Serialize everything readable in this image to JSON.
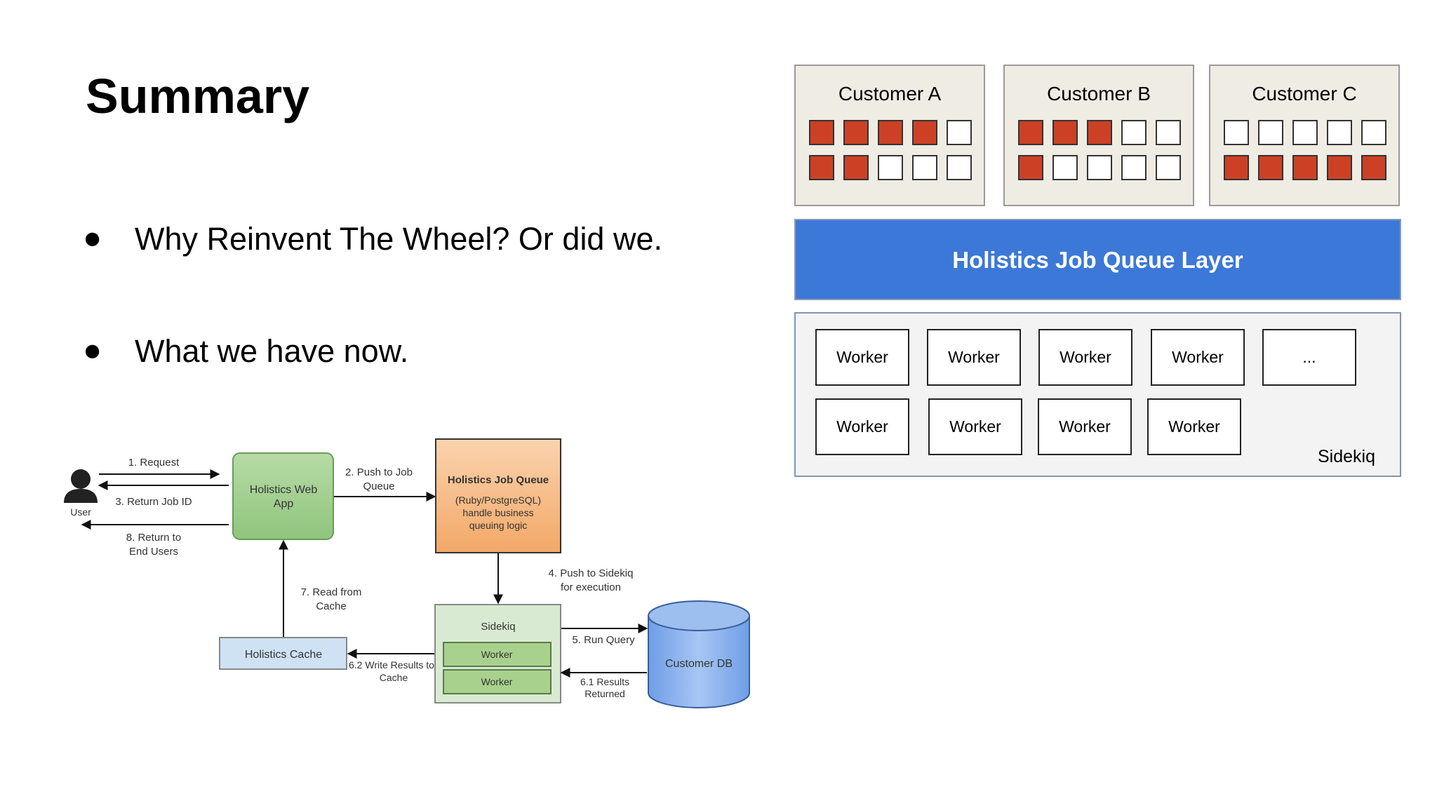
{
  "title": "Summary",
  "bullets": [
    {
      "symbol": "●",
      "text": "Why Reinvent The Wheel? Or did we."
    },
    {
      "symbol": "●",
      "text": "What we have now."
    }
  ],
  "architecture": {
    "customers": [
      {
        "name": "Customer A",
        "cells": [
          1,
          1,
          1,
          1,
          0,
          1,
          1,
          0,
          0,
          0
        ]
      },
      {
        "name": "Customer B",
        "cells": [
          1,
          1,
          1,
          0,
          0,
          1,
          0,
          0,
          0,
          0
        ]
      },
      {
        "name": "Customer C",
        "cells": [
          0,
          0,
          0,
          0,
          0,
          1,
          1,
          1,
          1,
          1
        ]
      }
    ],
    "queue_layer": "Holistics Job Queue Layer",
    "workers": [
      "Worker",
      "Worker",
      "Worker",
      "Worker",
      "...",
      "Worker",
      "Worker",
      "Worker",
      "Worker"
    ],
    "sidekiq_label": "Sidekiq",
    "colors": {
      "active_slot": "#cc4125",
      "queue_layer": "#3c78d8",
      "customer_bg": "#efece4"
    }
  },
  "flow": {
    "user_label": "User",
    "web_app": [
      "Holistics Web",
      "App"
    ],
    "job_queue_title": "Holistics Job Queue",
    "job_queue_desc": [
      "(Ruby/PostgreSQL)",
      "handle business",
      "queuing logic"
    ],
    "sidekiq": "Sidekiq",
    "workers": [
      "Worker",
      "Worker"
    ],
    "cache": "Holistics Cache",
    "customer_db": "Customer DB",
    "steps": {
      "s1": [
        "1. Request"
      ],
      "s2": [
        "2. Push to Job",
        "Queue"
      ],
      "s3": [
        "3. Return Job ID"
      ],
      "s4": [
        "4. Push to Sidekiq",
        "for execution"
      ],
      "s5": [
        "5. Run Query"
      ],
      "s61": [
        "6.1 Results",
        "Returned"
      ],
      "s62": [
        "6.2 Write Results to",
        "Cache"
      ],
      "s7": [
        "7. Read from",
        "Cache"
      ],
      "s8": [
        "8. Return to",
        "End Users"
      ]
    }
  }
}
